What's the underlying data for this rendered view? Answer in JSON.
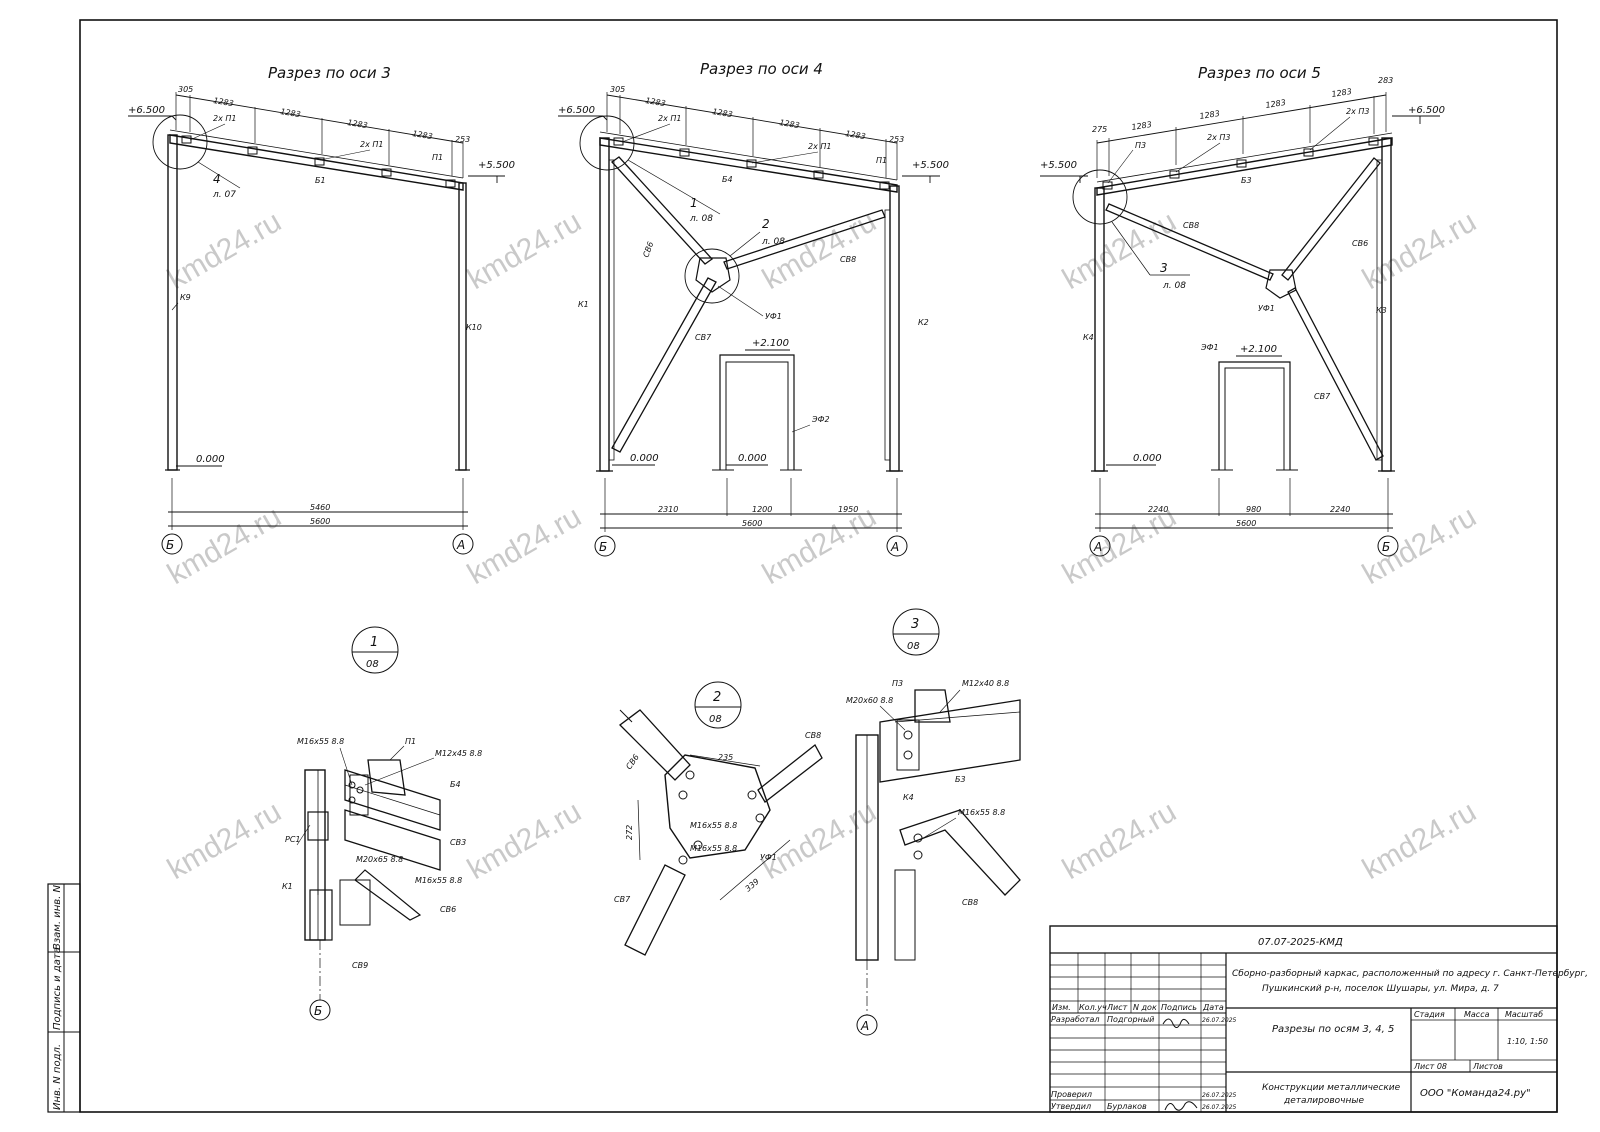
{
  "watermark": "kmd24.ru",
  "sections": [
    {
      "title": "Разрез по оси 3",
      "levels": [
        "+6.500",
        "+5.500",
        "0.000"
      ],
      "dims_top": [
        "305",
        "1283",
        "1283",
        "1283",
        "1283",
        "253"
      ],
      "dims_bottom": [
        "5460",
        "5600"
      ],
      "axes": [
        "Б",
        "А"
      ],
      "labels": [
        "2х П1",
        "2х П1",
        "П1",
        "Б1",
        "К9",
        "К10"
      ],
      "callout": {
        "num": "4",
        "sheet": "л. 07"
      }
    },
    {
      "title": "Разрез по оси 4",
      "levels": [
        "+6.500",
        "+5.500",
        "0.000",
        "0.000",
        "+2.100"
      ],
      "dims_top": [
        "305",
        "1283",
        "1283",
        "1283",
        "1283",
        "253"
      ],
      "dims_bottom": [
        "2310",
        "1200",
        "1950",
        "5600"
      ],
      "axes": [
        "Б",
        "А"
      ],
      "labels": [
        "2х П1",
        "2х П1",
        "П1",
        "Б4",
        "СВ6",
        "СВ7",
        "СВ8",
        "УФ1",
        "К1",
        "К2",
        "ЭФ2"
      ],
      "callouts": [
        {
          "num": "1",
          "sheet": "л. 08"
        },
        {
          "num": "2",
          "sheet": "л. 08"
        }
      ]
    },
    {
      "title": "Разрез по оси 5",
      "levels": [
        "+5.500",
        "+6.500",
        "0.000",
        "+2.100"
      ],
      "dims_top": [
        "275",
        "1283",
        "1283",
        "1283",
        "1283",
        "283"
      ],
      "dims_bottom": [
        "2240",
        "980",
        "2240",
        "5600"
      ],
      "axes": [
        "А",
        "Б"
      ],
      "labels": [
        "П3",
        "2х П3",
        "2х П3",
        "Б3",
        "СВ8",
        "СВ6",
        "УФ1",
        "СВ7",
        "К3",
        "К4",
        "ЭФ1"
      ],
      "callout": {
        "num": "3",
        "sheet": "л. 08"
      }
    }
  ],
  "details": [
    {
      "num": "1",
      "sheet": "08",
      "labels": [
        "М16х55 8.8",
        "П1",
        "М12х45 8.8",
        "Б4",
        "РС1",
        "СВ3",
        "М20х65 8.8",
        "М16х55 8.8",
        "К1",
        "СВ6",
        "СВ9"
      ],
      "axis": "Б"
    },
    {
      "num": "2",
      "sheet": "08",
      "labels": [
        "СВ8",
        "СВ6",
        "235",
        "272",
        "М16х55 8.8",
        "М16х55 8.8",
        "УФ1",
        "339",
        "СВ7"
      ]
    },
    {
      "num": "3",
      "sheet": "08",
      "labels": [
        "П3",
        "М12х40 8.8",
        "М20х60 8.8",
        "Б3",
        "К4",
        "М16х55 8.8",
        "СВ8"
      ],
      "axis": "А"
    }
  ],
  "side_stamp": [
    "Взам. инв. N",
    "Подпись и дата",
    "Инв. N подл."
  ],
  "title_block": {
    "code": "07.07-2025-КМД",
    "project_line1": "Сборно-разборный каркас, расположенный по адресу г. Санкт-Петербург,",
    "project_line2": "Пушкинский р-н, поселок Шушары, ул. Мира, д. 7",
    "sheet_title": "Разрезы по осям 3, 4, 5",
    "doc_title_line1": "Конструкции металлические",
    "doc_title_line2": "деталировочные",
    "company": "ООО \"Команда24.ру\"",
    "headers": [
      "Изм.",
      "Кол.уч",
      "Лист",
      "N док",
      "Подпись",
      "Дата"
    ],
    "rows": [
      {
        "role": "Разработал",
        "name": "Подгорный",
        "date": "26.07.2025"
      },
      {
        "role": "Проверил",
        "name": "",
        "date": "26.07.2025"
      },
      {
        "role": "Утвердил",
        "name": "Бурлаков",
        "date": "26.07.2025"
      }
    ],
    "stage_header": "Стадия",
    "mass_header": "Масса",
    "scale_header": "Масштаб",
    "scale": "1:10, 1:50",
    "sheet_label": "Лист 08",
    "sheets_label": "Листов"
  }
}
